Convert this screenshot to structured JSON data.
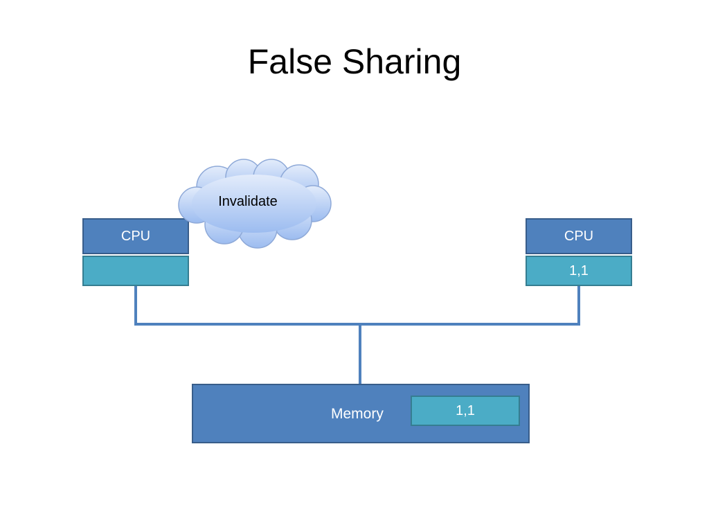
{
  "slide": {
    "title": "False Sharing"
  },
  "cloud": {
    "label": "Invalidate"
  },
  "cpu_left": {
    "label": "CPU",
    "cache_value": ""
  },
  "cpu_right": {
    "label": "CPU",
    "cache_value": "1,1"
  },
  "memory": {
    "label": "Memory",
    "cell_value": "1,1"
  },
  "colors": {
    "cpu_fill": "#4f81bd",
    "cache_fill": "#4bacc6",
    "bus_line": "#4f81bd",
    "cloud_fill": "#a7c4f2"
  }
}
